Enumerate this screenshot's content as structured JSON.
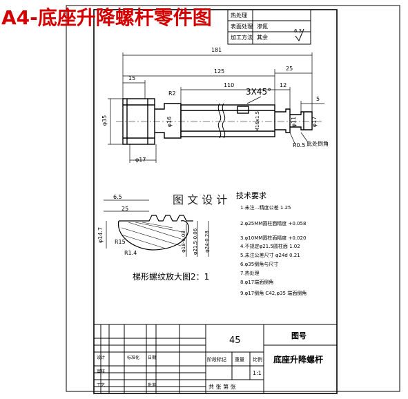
{
  "title_text": "A4-底座升降螺杆零件图",
  "watermark": {
    "text": "图 文 设 计"
  },
  "roughness_box": {
    "rows": [
      "热处理",
      "表面处理",
      "加工方法"
    ],
    "values": [
      "",
      "渗氮",
      "其余"
    ],
    "ra": "6.3"
  },
  "dimensions": {
    "d181": "181",
    "d125": "125",
    "d25": "25",
    "d15": "15",
    "d110": "110",
    "d12": "12",
    "d5": "5",
    "chamfer": "3X45°",
    "r2": "R2",
    "phi35": "φ35",
    "phi16": "φ16",
    "phi17": "φ17",
    "phi17b": "φ17",
    "phi11": "φ11",
    "thread": "M16x1.5",
    "r05": "R0.5",
    "note": "此处倒角",
    "d6_5": "6.5",
    "d25b": "25",
    "phi147": "φ14.7",
    "r15": "R15",
    "r14": "R1.4",
    "phi18": "φ18-0.08",
    "phi21": "φ21.5-0.06",
    "phi24": "φ24-0.28"
  },
  "tech_req": {
    "heading": "技术要求",
    "items": [
      "1.未注…精度公差 1.25",
      "2.φ25MM圆柱面精度 +0.058",
      "3.φ10MM圆柱面精度 +0.020",
      "4.不规定φ21.5圆柱面 1.02",
      "5.未注公差尺寸 φ24d 0.21",
      "6.φ35倒角与尺寸",
      "7.热处理",
      "8.φ17端面倒角",
      "9.φ17倒角 C42,φ35 端面倒角"
    ]
  },
  "detail_caption": "梯形螺纹放大图2：1",
  "titleblock": {
    "qty": "45",
    "figno_label": "图号",
    "part_name": "底座升降螺杆",
    "stage_label": "阶段标记",
    "weight_label": "重量",
    "scale_label": "比例",
    "scale_value": "1:1",
    "sheet_label": "共 张 第 张",
    "designer": "设计",
    "review": "审核",
    "craft": "工艺",
    "std": "标准化",
    "approve": "批准",
    "date": "日期"
  }
}
